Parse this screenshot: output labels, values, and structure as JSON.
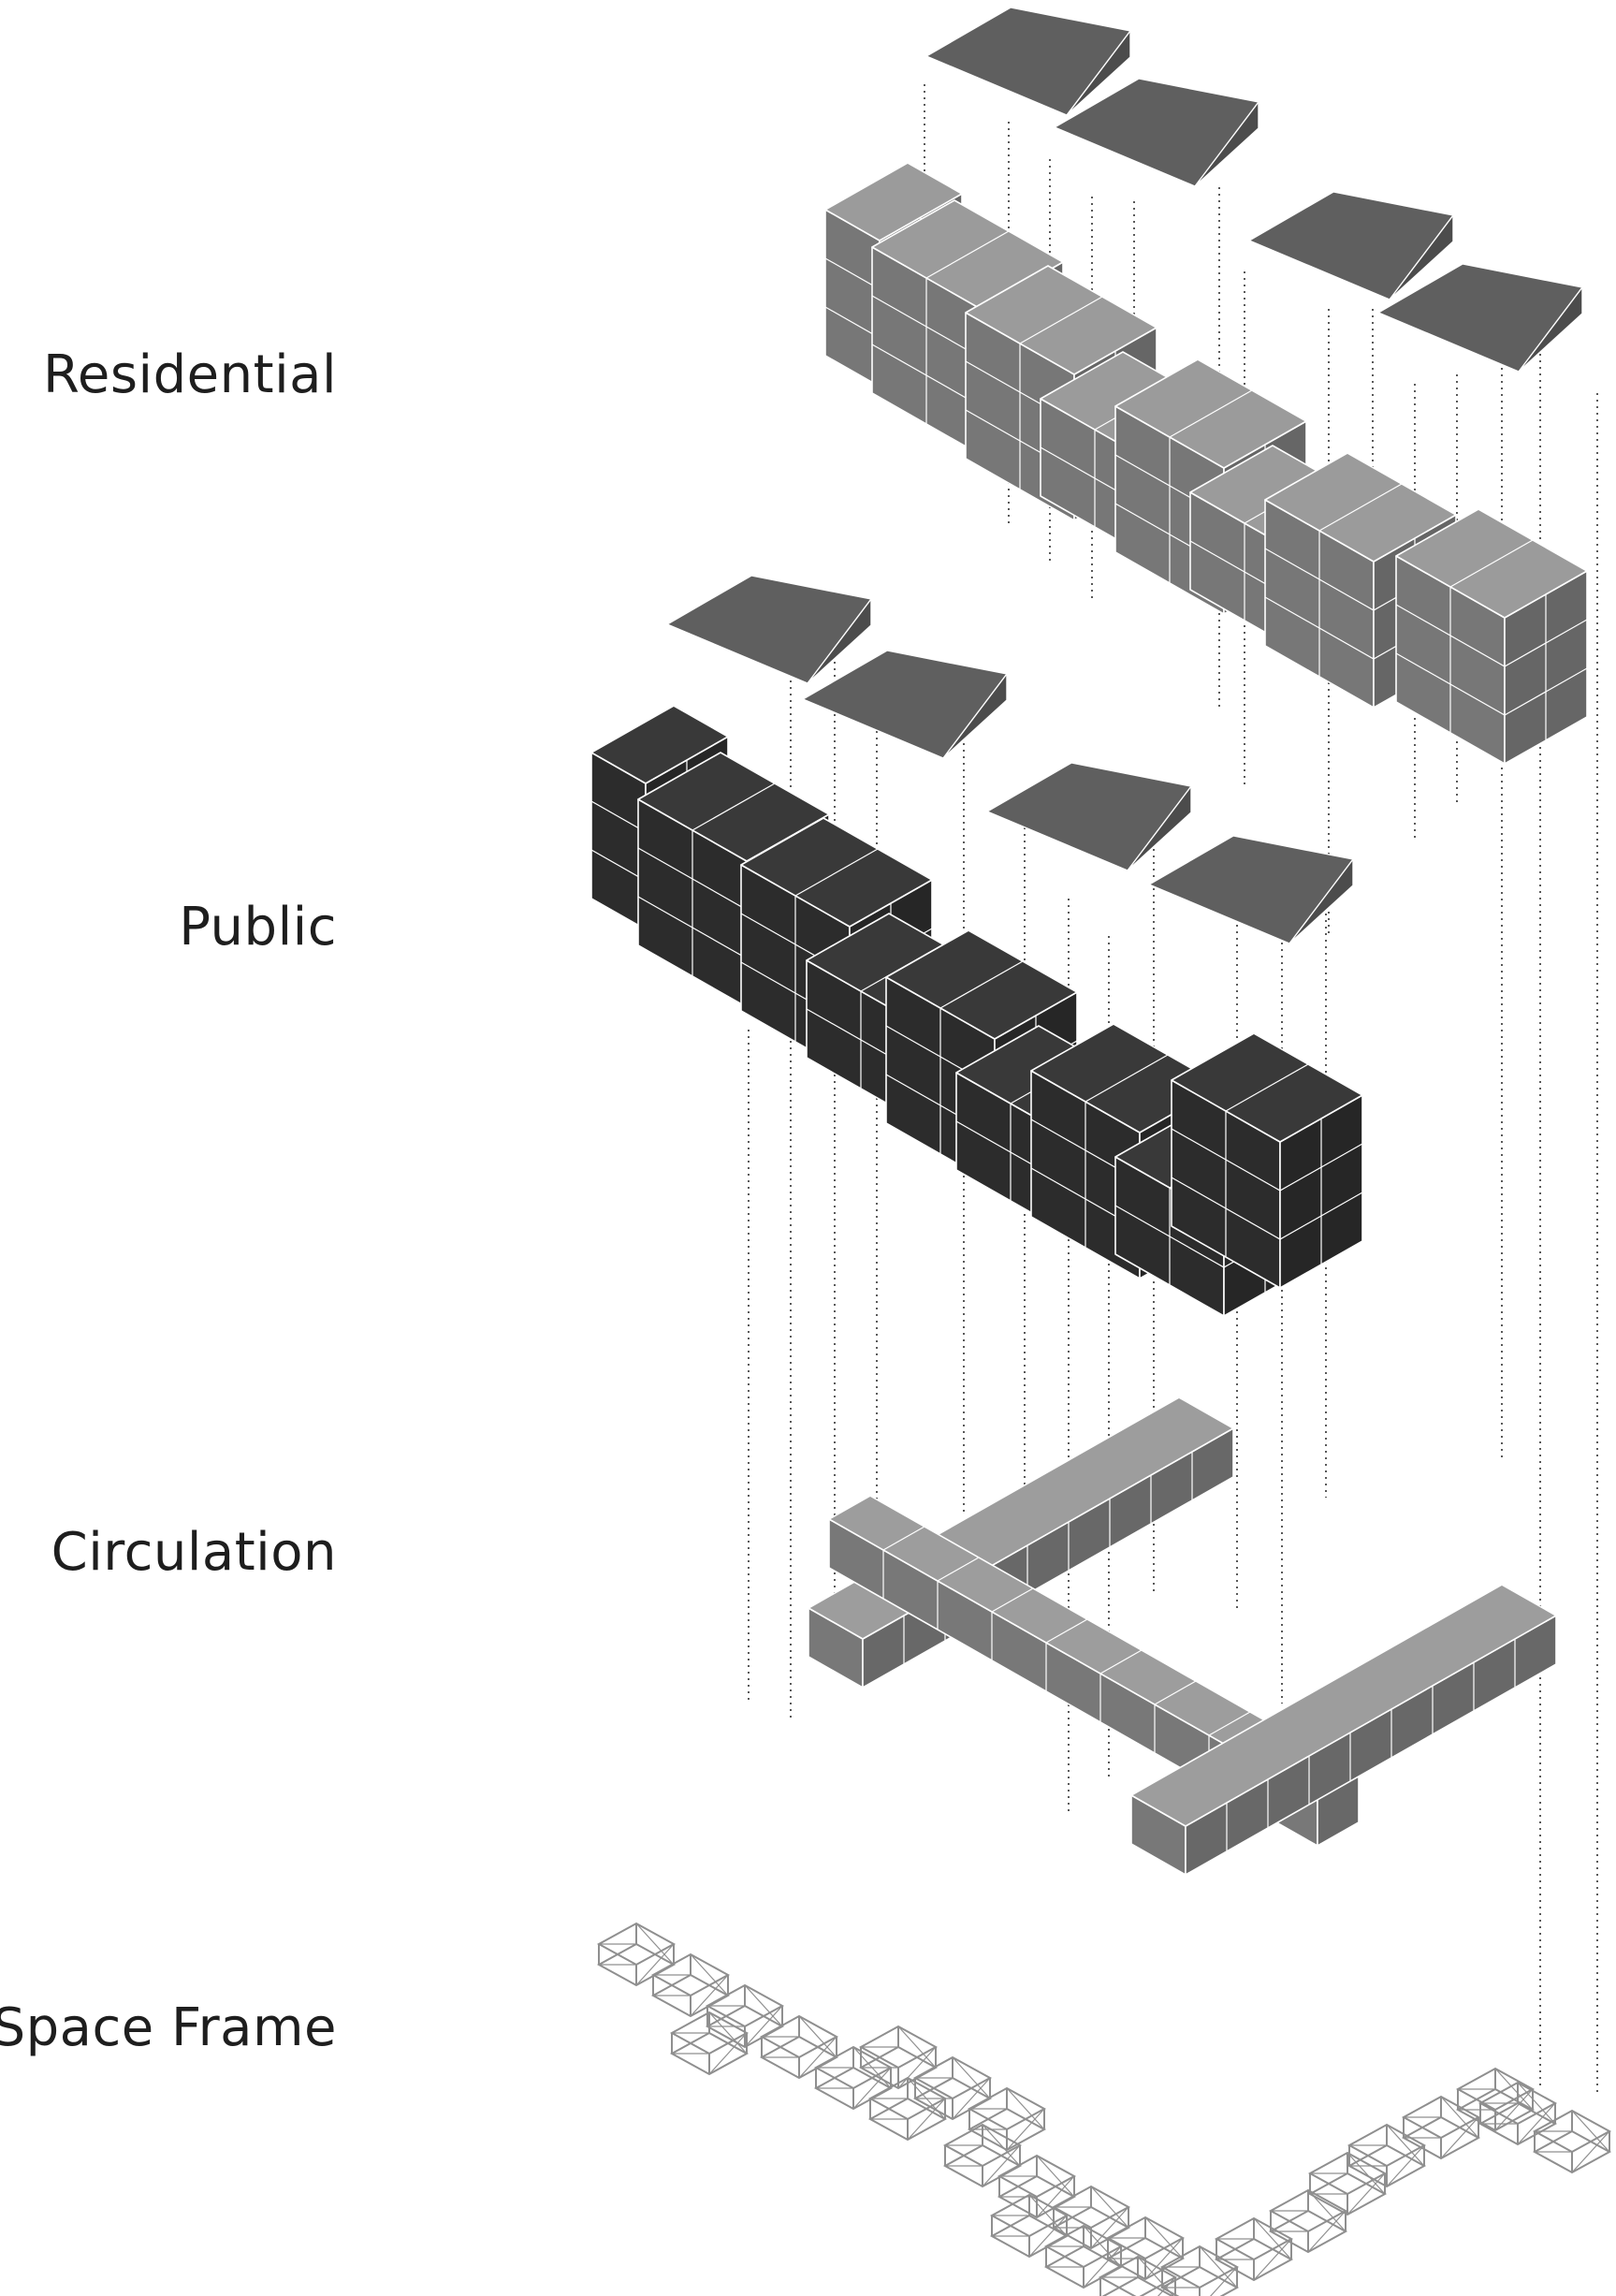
{
  "labels": {
    "residential": "Residential",
    "public": "Public",
    "circulation": "Circulation",
    "space_frame": "Space Frame"
  },
  "colors": {
    "residential": "#8a8a8a",
    "public": "#333333",
    "circulation": "#8c8c8c",
    "roof": "#5f5f5f",
    "space_frame": "#8f8f8f",
    "edge": "#ffffff",
    "projection": "#222222"
  }
}
